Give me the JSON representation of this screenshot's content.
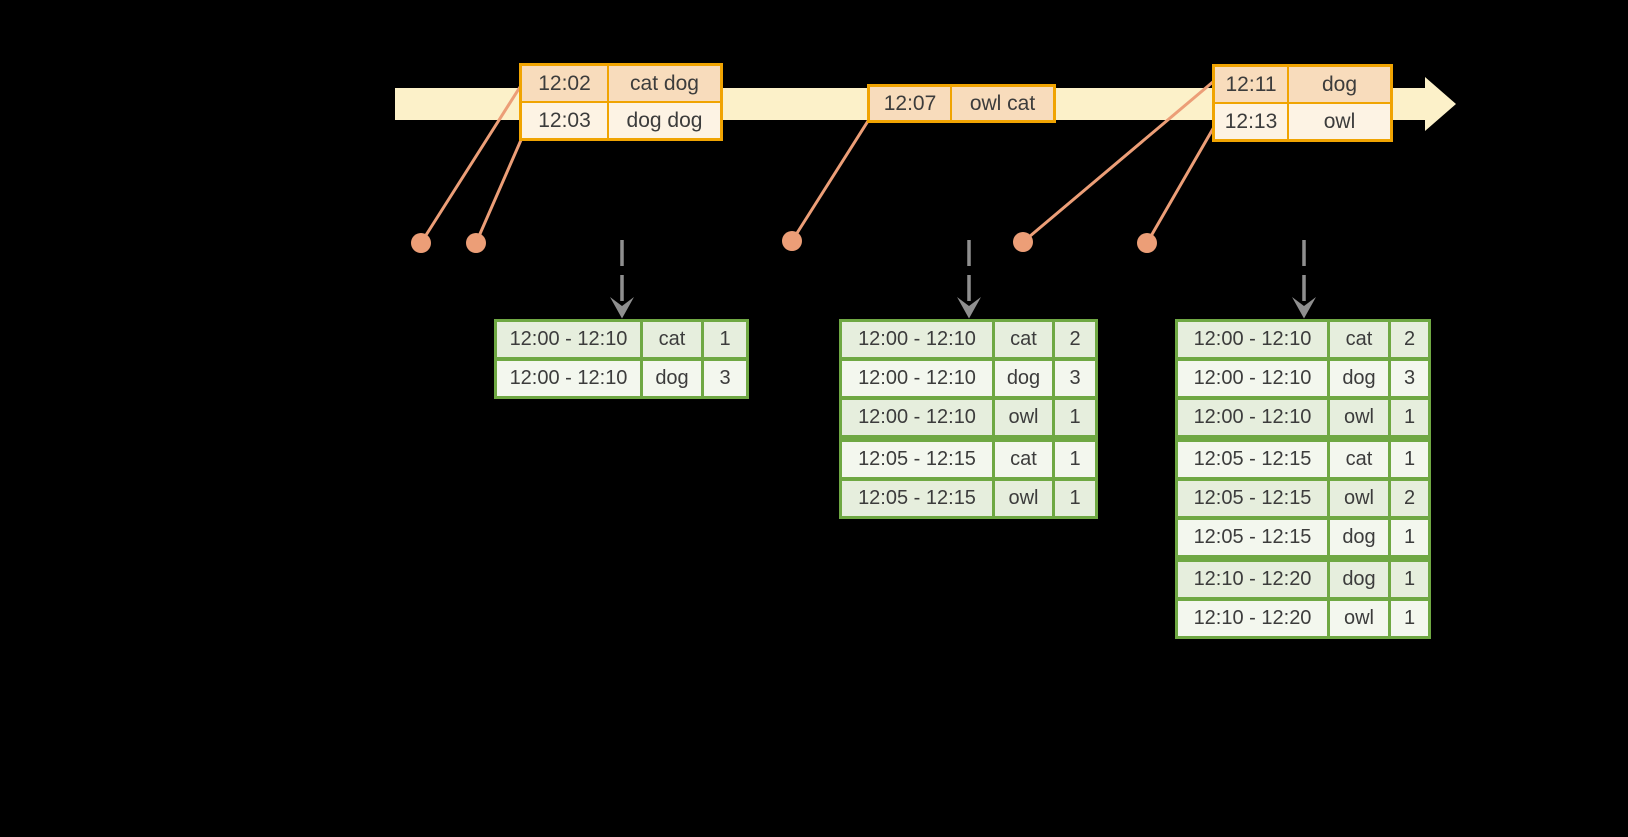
{
  "background": "#000000",
  "colors": {
    "timeline_fill": "#fcf1c9",
    "event_table_border": "#f0a402",
    "event_row_highlight": "#f8dcbc",
    "event_row_light": "#fdf3e4",
    "connector_and_dots": "#ec9e77",
    "result_table_border": "#6fa843",
    "result_row_odd": "#e6eedd",
    "result_row_even": "#f3f7ee",
    "trigger_arrow": "#8f8f8f",
    "text": "#3c3c3c"
  },
  "event_tables": [
    {
      "rows": [
        {
          "time": "12:02",
          "words": "cat dog"
        },
        {
          "time": "12:03",
          "words": "dog dog"
        }
      ]
    },
    {
      "rows": [
        {
          "time": "12:07",
          "words": "owl cat"
        }
      ]
    },
    {
      "rows": [
        {
          "time": "12:11",
          "words": "dog"
        },
        {
          "time": "12:13",
          "words": "owl"
        }
      ]
    }
  ],
  "result_tables": [
    {
      "rows": [
        {
          "window": "12:00 - 12:10",
          "word": "cat",
          "count": "1"
        },
        {
          "window": "12:00 - 12:10",
          "word": "dog",
          "count": "3"
        }
      ]
    },
    {
      "rows": [
        {
          "window": "12:00 - 12:10",
          "word": "cat",
          "count": "2"
        },
        {
          "window": "12:00 - 12:10",
          "word": "dog",
          "count": "3"
        },
        {
          "window": "12:00 - 12:10",
          "word": "owl",
          "count": "1"
        },
        {
          "window": "12:05 - 12:15",
          "word": "cat",
          "count": "1"
        },
        {
          "window": "12:05 - 12:15",
          "word": "owl",
          "count": "1"
        }
      ]
    },
    {
      "rows": [
        {
          "window": "12:00 - 12:10",
          "word": "cat",
          "count": "2"
        },
        {
          "window": "12:00 - 12:10",
          "word": "dog",
          "count": "3"
        },
        {
          "window": "12:00 - 12:10",
          "word": "owl",
          "count": "1"
        },
        {
          "window": "12:05 - 12:15",
          "word": "cat",
          "count": "1"
        },
        {
          "window": "12:05 - 12:15",
          "word": "owl",
          "count": "2"
        },
        {
          "window": "12:05 - 12:15",
          "word": "dog",
          "count": "1"
        },
        {
          "window": "12:10 - 12:20",
          "word": "dog",
          "count": "1"
        },
        {
          "window": "12:10 - 12:20",
          "word": "owl",
          "count": "1"
        }
      ]
    }
  ]
}
